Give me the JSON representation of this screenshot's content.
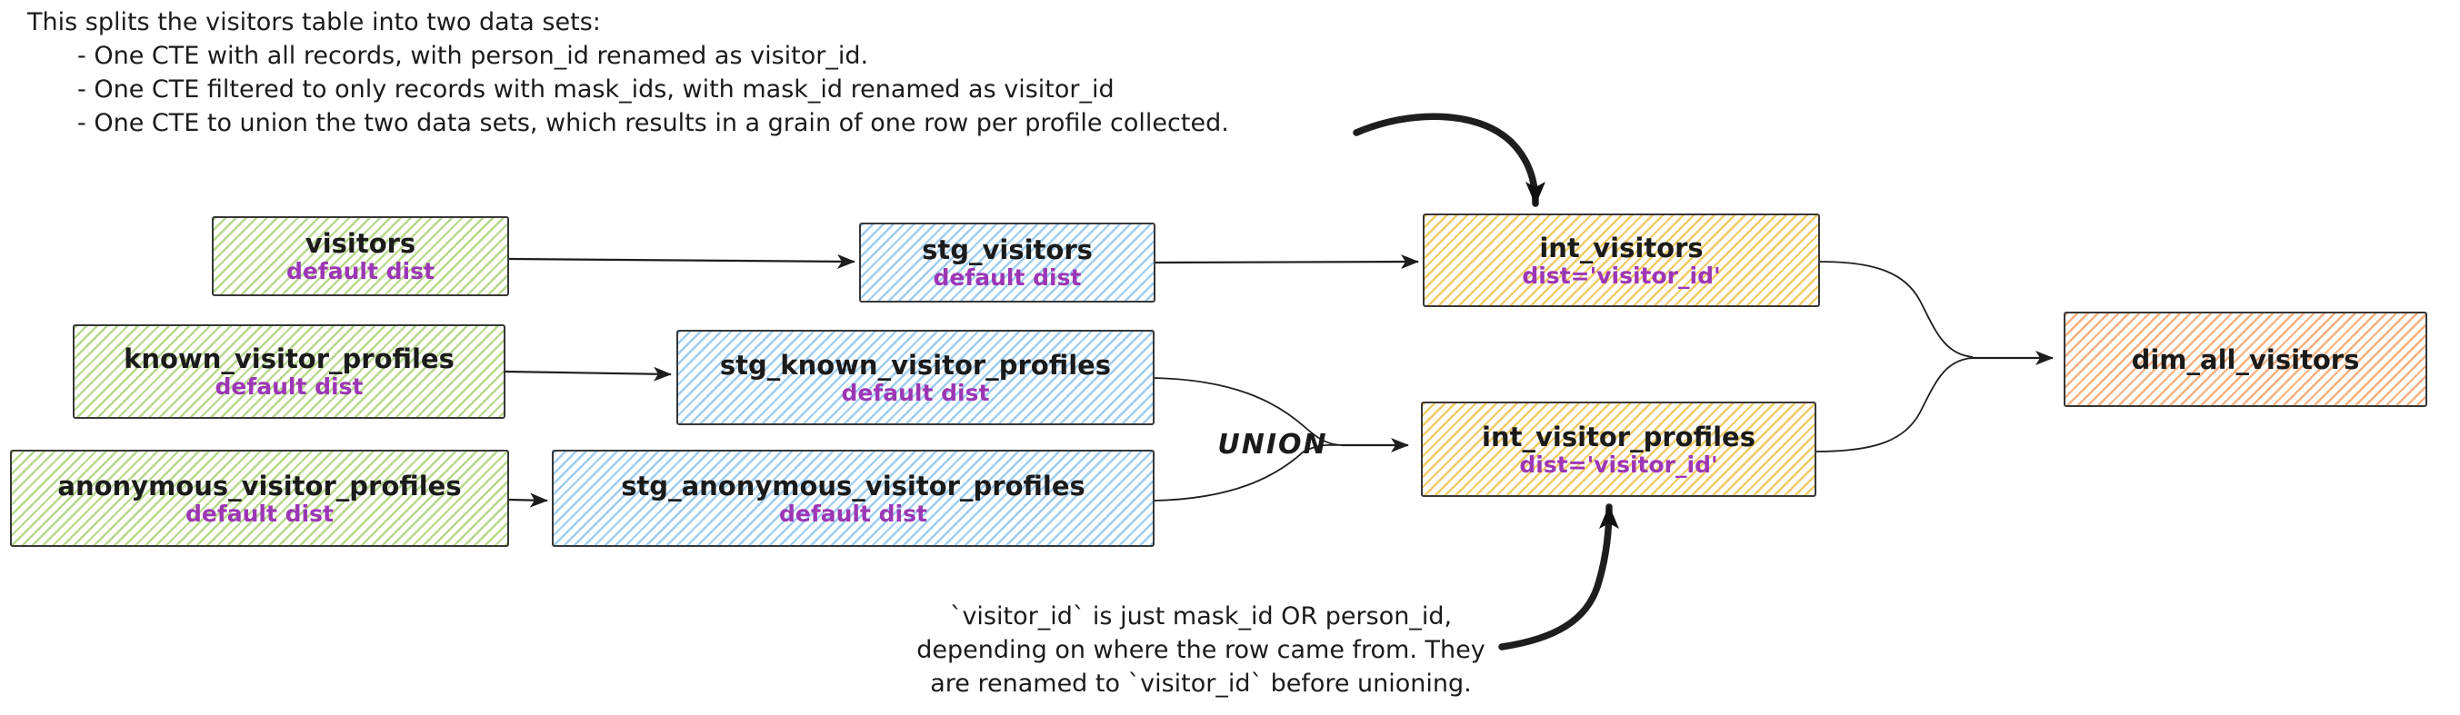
{
  "diagram_title": "visitors data pipeline diagram",
  "colors": {
    "green": "#b7d98b",
    "blue": "#9ecdf2",
    "yellow": "#f3ca66",
    "peach": "#f8b07e",
    "border": "#373737",
    "ink": "#1e1e1e",
    "purple": "#9c36b5"
  },
  "annotations": {
    "top": {
      "lines": [
        "This splits the visitors table into two data sets:",
        "- One CTE with all records, with person_id renamed as visitor_id.",
        "- One CTE filtered to only records with mask_ids, with mask_id renamed as visitor_id",
        "- One CTE to union the two data sets, which results in a grain of one row per profile collected."
      ]
    },
    "bottom": {
      "lines": [
        "`visitor_id` is just mask_id OR person_id,",
        "depending on where the row came from. They",
        "are renamed to `visitor_id` before unioning."
      ]
    },
    "union_label": "UNION"
  },
  "nodes": {
    "visitors": {
      "title": "visitors",
      "subtitle": "default dist",
      "variant": "green"
    },
    "stg_visitors": {
      "title": "stg_visitors",
      "subtitle": "default dist",
      "variant": "blue"
    },
    "int_visitors": {
      "title": "int_visitors",
      "subtitle": "dist='visitor_id'",
      "variant": "yellow"
    },
    "known_visitor_profiles": {
      "title": "known_visitor_profiles",
      "subtitle": "default dist",
      "variant": "green"
    },
    "stg_known_visitor_profiles": {
      "title": "stg_known_visitor_profiles",
      "subtitle": "default dist",
      "variant": "blue"
    },
    "anonymous_visitor_profiles": {
      "title": "anonymous_visitor_profiles",
      "subtitle": "default dist",
      "variant": "green"
    },
    "stg_anonymous_visitor_profiles": {
      "title": "stg_anonymous_visitor_profiles",
      "subtitle": "default dist",
      "variant": "blue"
    },
    "int_visitor_profiles": {
      "title": "int_visitor_profiles",
      "subtitle": "dist='visitor_id'",
      "variant": "yellow"
    },
    "dim_all_visitors": {
      "title": "dim_all_visitors",
      "subtitle": "",
      "variant": "peach"
    }
  },
  "edges": [
    {
      "from": "visitors",
      "to": "stg_visitors",
      "type": "arrow"
    },
    {
      "from": "stg_visitors",
      "to": "int_visitors",
      "type": "arrow"
    },
    {
      "from": "known_visitor_profiles",
      "to": "stg_known_visitor_profiles",
      "type": "arrow"
    },
    {
      "from": "anonymous_visitor_profiles",
      "to": "stg_anonymous_visitor_profiles",
      "type": "arrow"
    },
    {
      "from": "stg_known_visitor_profiles",
      "to": "int_visitor_profiles",
      "type": "merge-arrow",
      "label": "UNION"
    },
    {
      "from": "stg_anonymous_visitor_profiles",
      "to": "int_visitor_profiles",
      "type": "merge-arrow",
      "label": "UNION"
    },
    {
      "from": "int_visitors",
      "to": "dim_all_visitors",
      "type": "merge-arrow"
    },
    {
      "from": "int_visitor_profiles",
      "to": "dim_all_visitors",
      "type": "merge-arrow"
    },
    {
      "from": "top-note",
      "to": "int_visitors",
      "type": "annotation-arrow"
    },
    {
      "from": "bottom-note",
      "to": "int_visitor_profiles",
      "type": "annotation-arrow"
    }
  ]
}
